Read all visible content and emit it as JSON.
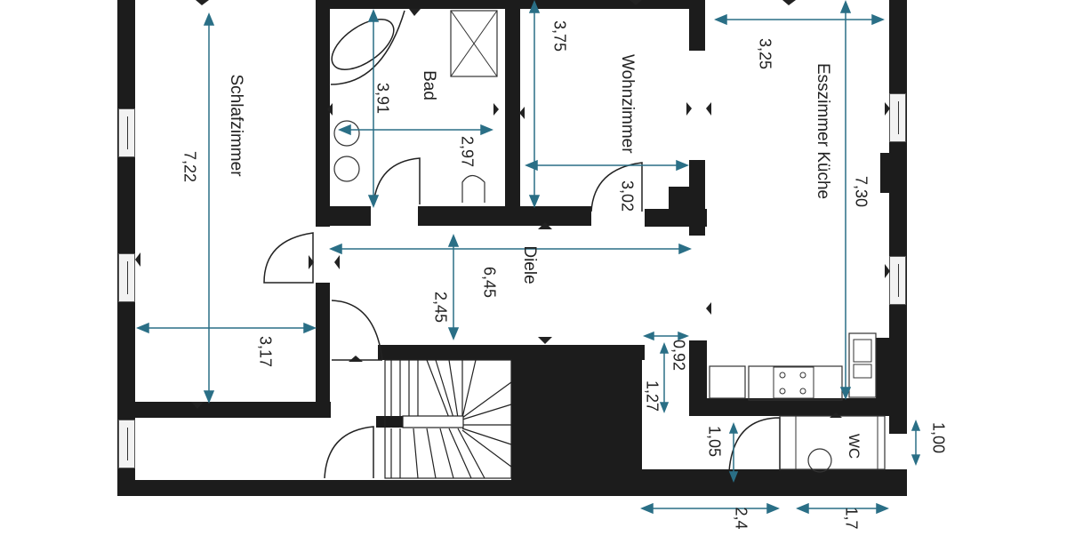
{
  "plan": {
    "rooms": [
      {
        "name": "Schlafzimmer",
        "dims": [
          "7,22",
          "3,17"
        ]
      },
      {
        "name": "Bad",
        "dims": [
          "3,91",
          "2,97"
        ]
      },
      {
        "name": "Wohnzimmer",
        "dims": [
          "3,75",
          "3,02"
        ]
      },
      {
        "name": "Esszimmer Küche",
        "dims": [
          "3,25",
          "7,30"
        ]
      },
      {
        "name": "Diele",
        "dims": [
          "6,45",
          "2,45"
        ]
      },
      {
        "name": "WC",
        "dims": [
          "1,00"
        ]
      }
    ],
    "dimensions": {
      "schlaf_len": "7,22",
      "schlaf_wid": "3,17",
      "bad_len": "3,91",
      "bad_wid": "2,97",
      "wohn_len": "3,75",
      "wohn_wid": "3,02",
      "ess_wid": "3,25",
      "ess_len": "7,30",
      "diele_len": "6,45",
      "diele_wid": "2,45",
      "passage_a": "0,92",
      "passage_b": "1,27",
      "door_width": "1,05",
      "wc_depth": "1,00",
      "bottom_a": "2,4",
      "bottom_b": "1,7"
    },
    "labels": {
      "schlaf": "Schlafzimmer",
      "bad": "Bad",
      "wohn": "Wohnzimmer",
      "ess": "Esszimmer Küche",
      "diele": "Diele",
      "wc": "WC"
    },
    "colors": {
      "wall": "#1c1c1c",
      "dimension_line": "#2a6f86",
      "background": "#ffffff"
    }
  }
}
